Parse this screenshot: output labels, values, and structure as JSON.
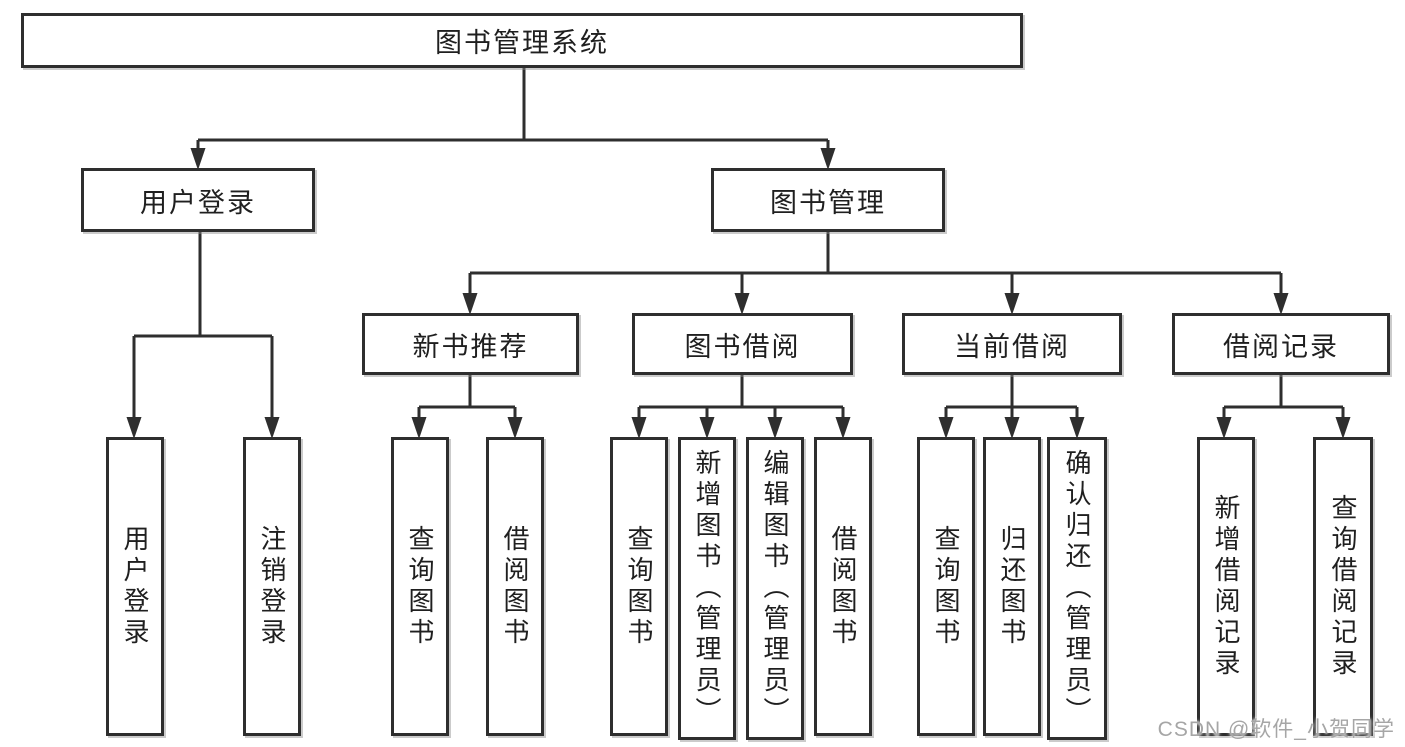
{
  "title": {
    "label": "图书管理系统"
  },
  "modules": [
    {
      "label": "用户登录",
      "children": [
        {
          "label": "用户登录"
        },
        {
          "label": "注销登录"
        }
      ]
    },
    {
      "label": "图书管理",
      "children": [
        {
          "label": "新书推荐",
          "children": [
            {
              "label": "查询图书"
            },
            {
              "label": "借阅图书"
            }
          ]
        },
        {
          "label": "图书借阅",
          "children": [
            {
              "label": "查询图书"
            },
            {
              "label": "新增图书（管理员）"
            },
            {
              "label": "编辑图书（管理员）"
            },
            {
              "label": "借阅图书"
            }
          ]
        },
        {
          "label": "当前借阅",
          "children": [
            {
              "label": "查询图书"
            },
            {
              "label": "归还图书"
            },
            {
              "label": "确认归还（管理员）"
            }
          ]
        },
        {
          "label": "借阅记录",
          "children": [
            {
              "label": "新增借阅记录"
            },
            {
              "label": "查询借阅记录"
            }
          ]
        }
      ]
    }
  ],
  "watermark": "CSDN @软件_小贺同学",
  "colors": {
    "line": "#2e2e2e",
    "box_border": "#2e2e2e",
    "text": "#1f1f1f",
    "watermark": "#a6a6a6",
    "background": "#ffffff"
  }
}
